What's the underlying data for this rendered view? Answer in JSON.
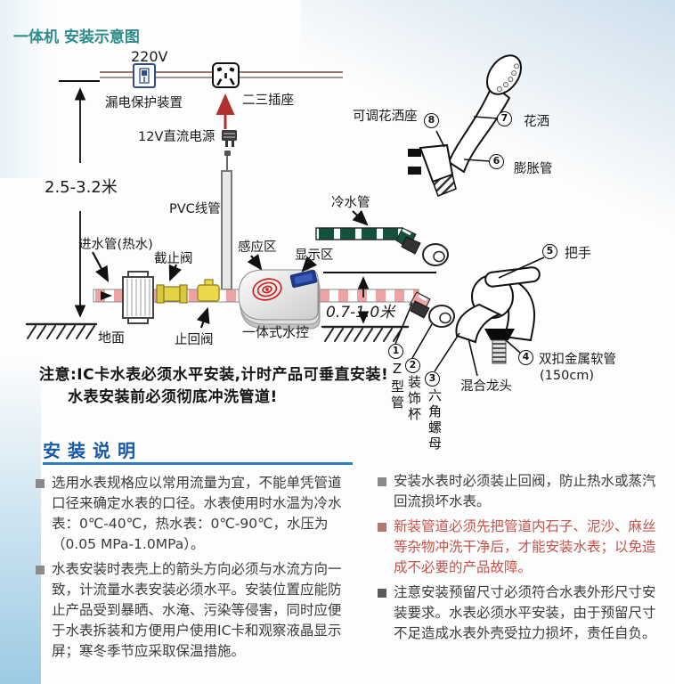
{
  "title": "一体机 安装示意图",
  "diagram": {
    "voltage": "220V",
    "leakage_protector": "漏电保护装置",
    "socket": "二三插座",
    "dc_power": "12V直流电源",
    "pvc_conduit": "PVC线管",
    "install_height": "2.5-3.2米",
    "inlet_pipe": "进水管(热水)",
    "stop_valve": "截止阀",
    "check_valve": "止回阀",
    "ground": "地面",
    "sensor_area": "感应区",
    "display_area": "显示区",
    "controller": "一体式水控",
    "outlet_height": "0.7-1.0米",
    "cold_pipe": "冷水管",
    "parts": {
      "shower_seat": {
        "num": "8",
        "label": "可调花洒座"
      },
      "shower": {
        "num": "7",
        "label": "花洒"
      },
      "expansion_tube": {
        "num": "6",
        "label": "膨胀管"
      },
      "handle": {
        "num": "5",
        "label": "把手"
      },
      "metal_hose": {
        "num": "4",
        "label": "双扣金属软管",
        "label2": "(150cm)"
      },
      "mixer_tap": {
        "label": "混合龙头"
      },
      "z_pipe": {
        "num": "1",
        "label": "Z型管"
      },
      "deco_cup": {
        "num": "2",
        "label": "装饰杯"
      },
      "hex_nut": {
        "num": "3",
        "label": "六角螺母"
      }
    }
  },
  "notice": {
    "line1": "注意:IC卡水表必须水平安装,计时产品可垂直安装!",
    "line2": "水表安装前必须彻底冲洗管道!"
  },
  "instructions": {
    "header": "安装说明",
    "left": [
      {
        "text": "选用水表规格应以常用流量为宜，不能单凭管道口径来确定水表的口径。水表使用时水温为冷水表：0℃-40℃，热水表：0℃-90℃，水压为（0.05 MPa-1.0MPa）。"
      },
      {
        "text": "水表安装时表壳上的箭头方向必须与水流方向一致，计流量水表安装必须水平。安装位置应能防止产品受到暴晒、水淹、污染等侵害，同时应便于水表拆装和方便用户使用IC卡和观察液晶显示屏；寒冬季节应采取保温措施。"
      }
    ],
    "right": [
      {
        "text": "安装水表时必须装止回阀，防止热水或蒸汽回流损坏水表。",
        "emphasis": false
      },
      {
        "text": "新装管道必须先把管道内石子、泥沙、麻丝等杂物冲洗干净后，才能安装水表；以免造成不必要的产品故障。",
        "emphasis": true
      },
      {
        "text": "注意安装预留尺寸必须符合水表外形尺寸安装要求。水表必须水平安装，由于预留尺寸不足造成水表外壳受拉力损坏，责任自负。",
        "emphasis": false
      }
    ]
  },
  "colors": {
    "title_teal": "#2e8b8b",
    "header_blue": "#1659a6",
    "underline_blue": "#2f7fc0",
    "warning_red": "#c4544a",
    "arrow_red": "#b03030",
    "hot_pipe_pink": "#eda3a3",
    "cold_pipe_green": "#14523c",
    "valve_yellow": "#e4d348",
    "display_blue": "#1e3a8c",
    "wifi_red": "#cc2222"
  }
}
